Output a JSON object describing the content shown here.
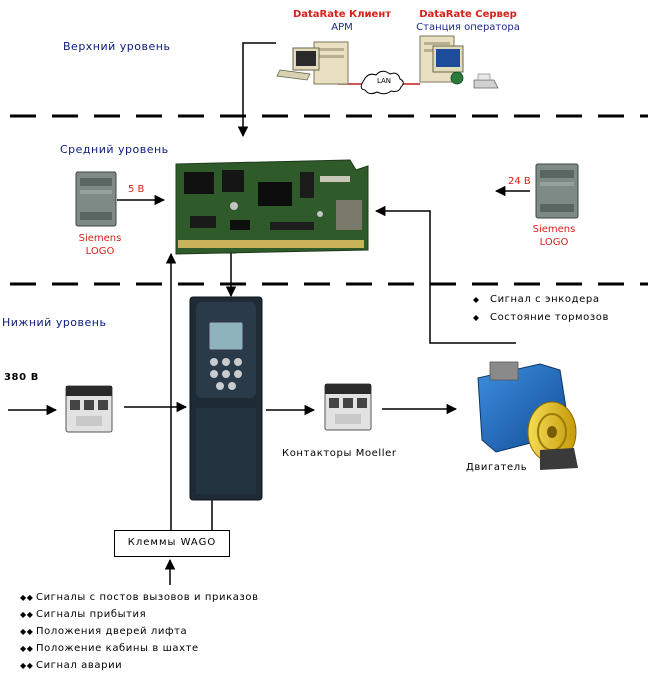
{
  "levels": {
    "top": "Верхний уровень",
    "middle": "Средний уровень",
    "bottom": "Нижний уровень"
  },
  "servers": {
    "client_title": "DataRate Клиент",
    "client_subtitle": "АРМ",
    "server_title": "DataRate Сервер",
    "server_subtitle": "Станция оператора",
    "lan_label": "LAN"
  },
  "power_left": {
    "voltage": "5 В",
    "name_line1": "Siemens",
    "name_line2": "LOGO"
  },
  "power_right": {
    "voltage": "24 В",
    "name_line1": "Siemens",
    "name_line2": "LOGO"
  },
  "inputs": {
    "supply": "380 В",
    "contactors": "Контакторы Moeller",
    "motor": "Двигатель"
  },
  "encoder_signals": [
    "Сигнал с энкодера",
    "Состояние тормозов"
  ],
  "wago_box": "Клеммы WAGO",
  "wago_signals": [
    "Сигналы с постов вызовов и приказов",
    "Сигналы прибытия",
    "Положения дверей лифта",
    "Положение кабины в шахте",
    "Сигнал аварии"
  ],
  "colors": {
    "level_text": "#0a1a7a",
    "power_label": "#d8201a",
    "lan_link": "#c81818",
    "pcb": "#2f5a2a",
    "module": "#7e8a86",
    "drive_body": "#1e2b36",
    "motor": "#1a66b6",
    "pulley": "#e9c21a"
  }
}
